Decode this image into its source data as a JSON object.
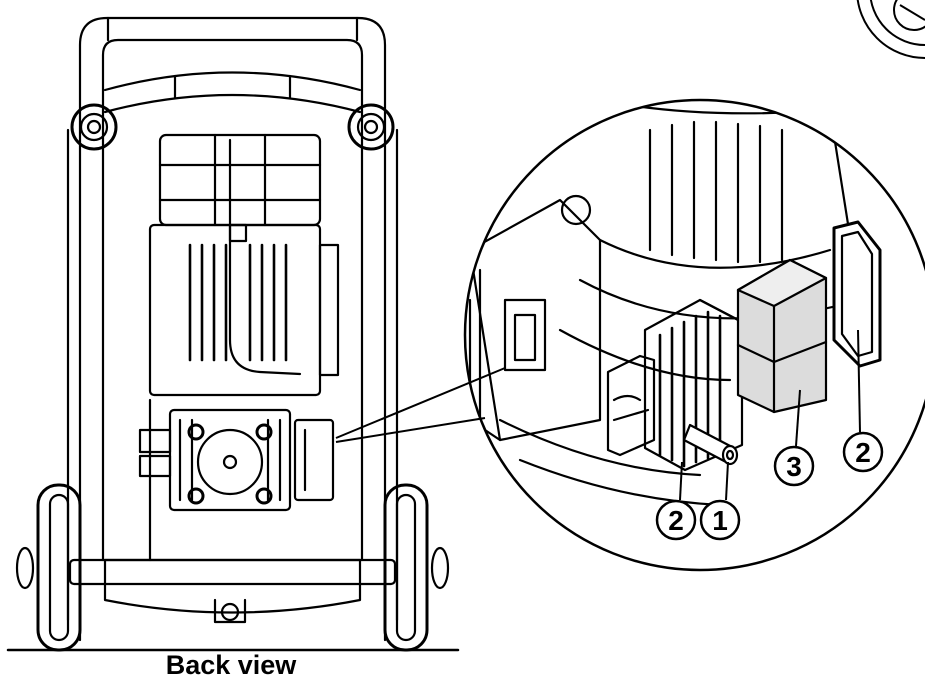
{
  "caption": "Back view",
  "callouts": [
    {
      "label": "2"
    },
    {
      "label": "1"
    },
    {
      "label": "3"
    },
    {
      "label": "2"
    }
  ],
  "colors": {
    "line": "#000000",
    "background": "#ffffff",
    "part_fill": "#dcdcdc"
  }
}
